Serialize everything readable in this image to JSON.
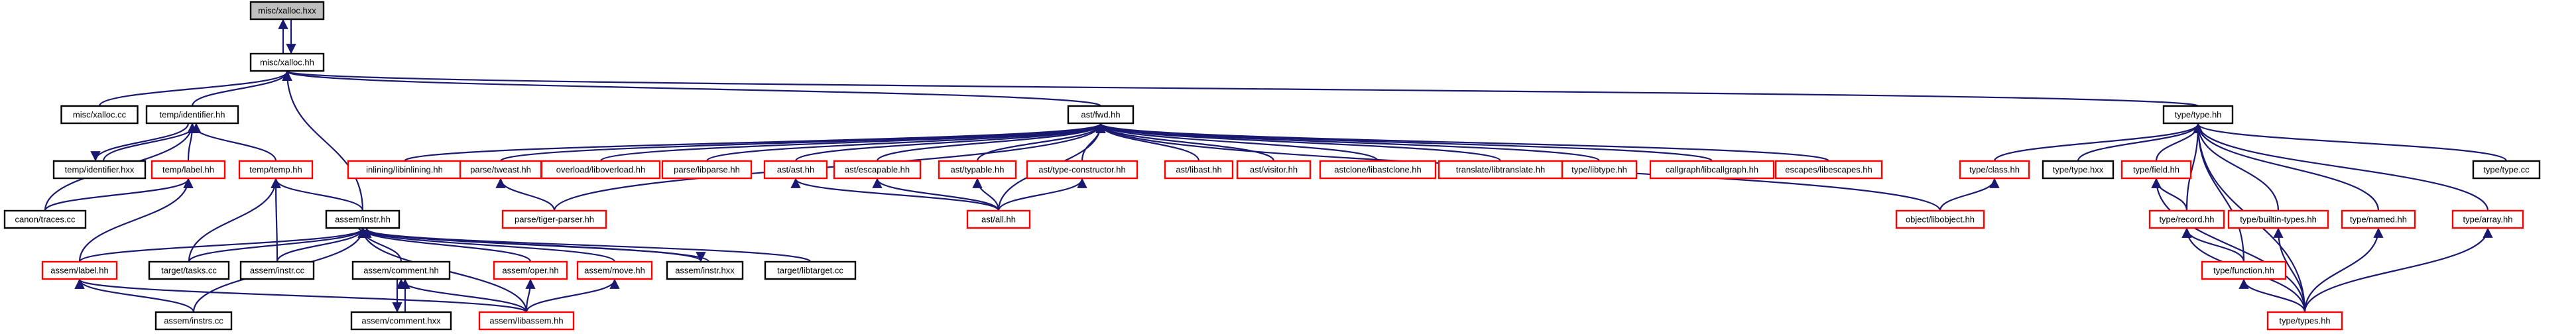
{
  "colors": {
    "edge": "#191970",
    "node_border_black": "#000000",
    "node_border_red": "#ff0000",
    "root_fill": "#bfbfbf",
    "node_fill": "#ffffff"
  },
  "nodes": [
    {
      "id": "misc_xalloc_hxx",
      "label": "misc/xalloc.hxx",
      "style": "root"
    },
    {
      "id": "misc_xalloc_hh",
      "label": "misc/xalloc.hh",
      "style": "black"
    },
    {
      "id": "misc_xalloc_cc",
      "label": "misc/xalloc.cc",
      "style": "black"
    },
    {
      "id": "temp_identifier_hh",
      "label": "temp/identifier.hh",
      "style": "black"
    },
    {
      "id": "temp_identifier_hxx",
      "label": "temp/identifier.hxx",
      "style": "black"
    },
    {
      "id": "temp_label_hh",
      "label": "temp/label.hh",
      "style": "red"
    },
    {
      "id": "temp_temp_hh",
      "label": "temp/temp.hh",
      "style": "red"
    },
    {
      "id": "canon_traces_cc",
      "label": "canon/traces.cc",
      "style": "black"
    },
    {
      "id": "assem_instr_hh",
      "label": "assem/instr.hh",
      "style": "black"
    },
    {
      "id": "assem_label_hh",
      "label": "assem/label.hh",
      "style": "red"
    },
    {
      "id": "target_tasks_cc",
      "label": "target/tasks.cc",
      "style": "black"
    },
    {
      "id": "assem_instr_cc",
      "label": "assem/instr.cc",
      "style": "black"
    },
    {
      "id": "assem_comment_hh",
      "label": "assem/comment.hh",
      "style": "black"
    },
    {
      "id": "assem_oper_hh",
      "label": "assem/oper.hh",
      "style": "red"
    },
    {
      "id": "assem_move_hh",
      "label": "assem/move.hh",
      "style": "red"
    },
    {
      "id": "assem_instr_hxx",
      "label": "assem/instr.hxx",
      "style": "black"
    },
    {
      "id": "target_libtarget_cc",
      "label": "target/libtarget.cc",
      "style": "black"
    },
    {
      "id": "assem_instrs_cc",
      "label": "assem/instrs.cc",
      "style": "black"
    },
    {
      "id": "assem_comment_hxx",
      "label": "assem/comment.hxx",
      "style": "black"
    },
    {
      "id": "assem_libassem_hh",
      "label": "assem/libassem.hh",
      "style": "red"
    },
    {
      "id": "ast_fwd_hh",
      "label": "ast/fwd.hh",
      "style": "black"
    },
    {
      "id": "inlining_libinlining_hh",
      "label": "inlining/libinlining.hh",
      "style": "red"
    },
    {
      "id": "parse_tweast_hh",
      "label": "parse/tweast.hh",
      "style": "red"
    },
    {
      "id": "overload_liboverload_hh",
      "label": "overload/liboverload.hh",
      "style": "red"
    },
    {
      "id": "parse_libparse_hh",
      "label": "parse/libparse.hh",
      "style": "red"
    },
    {
      "id": "ast_ast_hh",
      "label": "ast/ast.hh",
      "style": "red"
    },
    {
      "id": "ast_escapable_hh",
      "label": "ast/escapable.hh",
      "style": "red"
    },
    {
      "id": "ast_typable_hh",
      "label": "ast/typable.hh",
      "style": "red"
    },
    {
      "id": "ast_type_constructor_hh",
      "label": "ast/type-constructor.hh",
      "style": "red"
    },
    {
      "id": "ast_libast_hh",
      "label": "ast/libast.hh",
      "style": "red"
    },
    {
      "id": "ast_visitor_hh",
      "label": "ast/visitor.hh",
      "style": "red"
    },
    {
      "id": "astclone_libastclone_hh",
      "label": "astclone/libastclone.hh",
      "style": "red"
    },
    {
      "id": "translate_libtranslate_hh",
      "label": "translate/libtranslate.hh",
      "style": "red"
    },
    {
      "id": "type_libtype_hh",
      "label": "type/libtype.hh",
      "style": "red"
    },
    {
      "id": "callgraph_libcallgraph_hh",
      "label": "callgraph/libcallgraph.hh",
      "style": "red"
    },
    {
      "id": "escapes_libescapes_hh",
      "label": "escapes/libescapes.hh",
      "style": "red"
    },
    {
      "id": "parse_tiger_parser_hh",
      "label": "parse/tiger-parser.hh",
      "style": "red"
    },
    {
      "id": "ast_all_hh",
      "label": "ast/all.hh",
      "style": "red"
    },
    {
      "id": "object_libobject_hh",
      "label": "object/libobject.hh",
      "style": "red"
    },
    {
      "id": "type_type_hh",
      "label": "type/type.hh",
      "style": "black"
    },
    {
      "id": "type_class_hh",
      "label": "type/class.hh",
      "style": "red"
    },
    {
      "id": "type_type_hxx",
      "label": "type/type.hxx",
      "style": "black"
    },
    {
      "id": "type_field_hh",
      "label": "type/field.hh",
      "style": "red"
    },
    {
      "id": "type_type_cc",
      "label": "type/type.cc",
      "style": "black"
    },
    {
      "id": "type_record_hh",
      "label": "type/record.hh",
      "style": "red"
    },
    {
      "id": "type_builtin_types_hh",
      "label": "type/builtin-types.hh",
      "style": "red"
    },
    {
      "id": "type_named_hh",
      "label": "type/named.hh",
      "style": "red"
    },
    {
      "id": "type_array_hh",
      "label": "type/array.hh",
      "style": "red"
    },
    {
      "id": "type_function_hh",
      "label": "type/function.hh",
      "style": "red"
    },
    {
      "id": "type_types_hh",
      "label": "type/types.hh",
      "style": "red"
    }
  ],
  "edges": [
    [
      "misc_xalloc_hh",
      "misc_xalloc_hxx"
    ],
    [
      "misc_xalloc_hxx",
      "misc_xalloc_hh"
    ],
    [
      "misc_xalloc_cc",
      "misc_xalloc_hh"
    ],
    [
      "temp_identifier_hh",
      "misc_xalloc_hh"
    ],
    [
      "assem_instr_hh",
      "misc_xalloc_hh"
    ],
    [
      "ast_fwd_hh",
      "misc_xalloc_hh"
    ],
    [
      "type_type_hh",
      "misc_xalloc_hh"
    ],
    [
      "temp_identifier_hxx",
      "temp_identifier_hh"
    ],
    [
      "temp_identifier_hh",
      "temp_identifier_hxx"
    ],
    [
      "temp_label_hh",
      "temp_identifier_hh"
    ],
    [
      "temp_temp_hh",
      "temp_identifier_hh"
    ],
    [
      "canon_traces_cc",
      "temp_identifier_hh"
    ],
    [
      "canon_traces_cc",
      "temp_label_hh"
    ],
    [
      "assem_label_hh",
      "temp_label_hh"
    ],
    [
      "assem_instr_hh",
      "temp_temp_hh"
    ],
    [
      "target_tasks_cc",
      "temp_temp_hh"
    ],
    [
      "assem_instr_cc",
      "temp_temp_hh"
    ],
    [
      "assem_label_hh",
      "assem_instr_hh"
    ],
    [
      "target_tasks_cc",
      "assem_instr_hh"
    ],
    [
      "assem_instr_cc",
      "assem_instr_hh"
    ],
    [
      "assem_comment_hh",
      "assem_instr_hh"
    ],
    [
      "assem_oper_hh",
      "assem_instr_hh"
    ],
    [
      "assem_move_hh",
      "assem_instr_hh"
    ],
    [
      "assem_instr_hxx",
      "assem_instr_hh"
    ],
    [
      "assem_instr_hh",
      "assem_instr_hxx"
    ],
    [
      "target_libtarget_cc",
      "assem_instr_hh"
    ],
    [
      "assem_instrs_cc",
      "assem_instr_hh"
    ],
    [
      "assem_libassem_hh",
      "assem_instr_hh"
    ],
    [
      "assem_instrs_cc",
      "assem_label_hh"
    ],
    [
      "assem_libassem_hh",
      "assem_label_hh"
    ],
    [
      "assem_comment_hxx",
      "assem_comment_hh"
    ],
    [
      "assem_comment_hh",
      "assem_comment_hxx"
    ],
    [
      "assem_libassem_hh",
      "assem_comment_hh"
    ],
    [
      "assem_libassem_hh",
      "assem_oper_hh"
    ],
    [
      "assem_libassem_hh",
      "assem_move_hh"
    ],
    [
      "inlining_libinlining_hh",
      "ast_fwd_hh"
    ],
    [
      "parse_tweast_hh",
      "ast_fwd_hh"
    ],
    [
      "overload_liboverload_hh",
      "ast_fwd_hh"
    ],
    [
      "parse_libparse_hh",
      "ast_fwd_hh"
    ],
    [
      "ast_ast_hh",
      "ast_fwd_hh"
    ],
    [
      "ast_escapable_hh",
      "ast_fwd_hh"
    ],
    [
      "ast_typable_hh",
      "ast_fwd_hh"
    ],
    [
      "ast_type_constructor_hh",
      "ast_fwd_hh"
    ],
    [
      "ast_libast_hh",
      "ast_fwd_hh"
    ],
    [
      "ast_visitor_hh",
      "ast_fwd_hh"
    ],
    [
      "astclone_libastclone_hh",
      "ast_fwd_hh"
    ],
    [
      "translate_libtranslate_hh",
      "ast_fwd_hh"
    ],
    [
      "type_libtype_hh",
      "ast_fwd_hh"
    ],
    [
      "callgraph_libcallgraph_hh",
      "ast_fwd_hh"
    ],
    [
      "escapes_libescapes_hh",
      "ast_fwd_hh"
    ],
    [
      "parse_tiger_parser_hh",
      "ast_fwd_hh"
    ],
    [
      "ast_all_hh",
      "ast_fwd_hh"
    ],
    [
      "object_libobject_hh",
      "ast_fwd_hh"
    ],
    [
      "parse_tiger_parser_hh",
      "parse_tweast_hh"
    ],
    [
      "ast_all_hh",
      "ast_ast_hh"
    ],
    [
      "ast_all_hh",
      "ast_escapable_hh"
    ],
    [
      "ast_all_hh",
      "ast_typable_hh"
    ],
    [
      "ast_all_hh",
      "ast_type_constructor_hh"
    ],
    [
      "type_class_hh",
      "type_type_hh"
    ],
    [
      "type_type_hxx",
      "type_type_hh"
    ],
    [
      "type_field_hh",
      "type_type_hh"
    ],
    [
      "type_type_cc",
      "type_type_hh"
    ],
    [
      "type_record_hh",
      "type_type_hh"
    ],
    [
      "type_builtin_types_hh",
      "type_type_hh"
    ],
    [
      "type_named_hh",
      "type_type_hh"
    ],
    [
      "type_array_hh",
      "type_type_hh"
    ],
    [
      "type_function_hh",
      "type_type_hh"
    ],
    [
      "type_types_hh",
      "type_type_hh"
    ],
    [
      "object_libobject_hh",
      "type_class_hh"
    ],
    [
      "type_record_hh",
      "type_field_hh"
    ],
    [
      "type_function_hh",
      "type_record_hh"
    ],
    [
      "type_types_hh",
      "type_record_hh"
    ],
    [
      "type_types_hh",
      "type_field_hh"
    ],
    [
      "type_types_hh",
      "type_function_hh"
    ],
    [
      "type_types_hh",
      "type_builtin_types_hh"
    ],
    [
      "type_types_hh",
      "type_named_hh"
    ],
    [
      "type_types_hh",
      "type_array_hh"
    ]
  ]
}
